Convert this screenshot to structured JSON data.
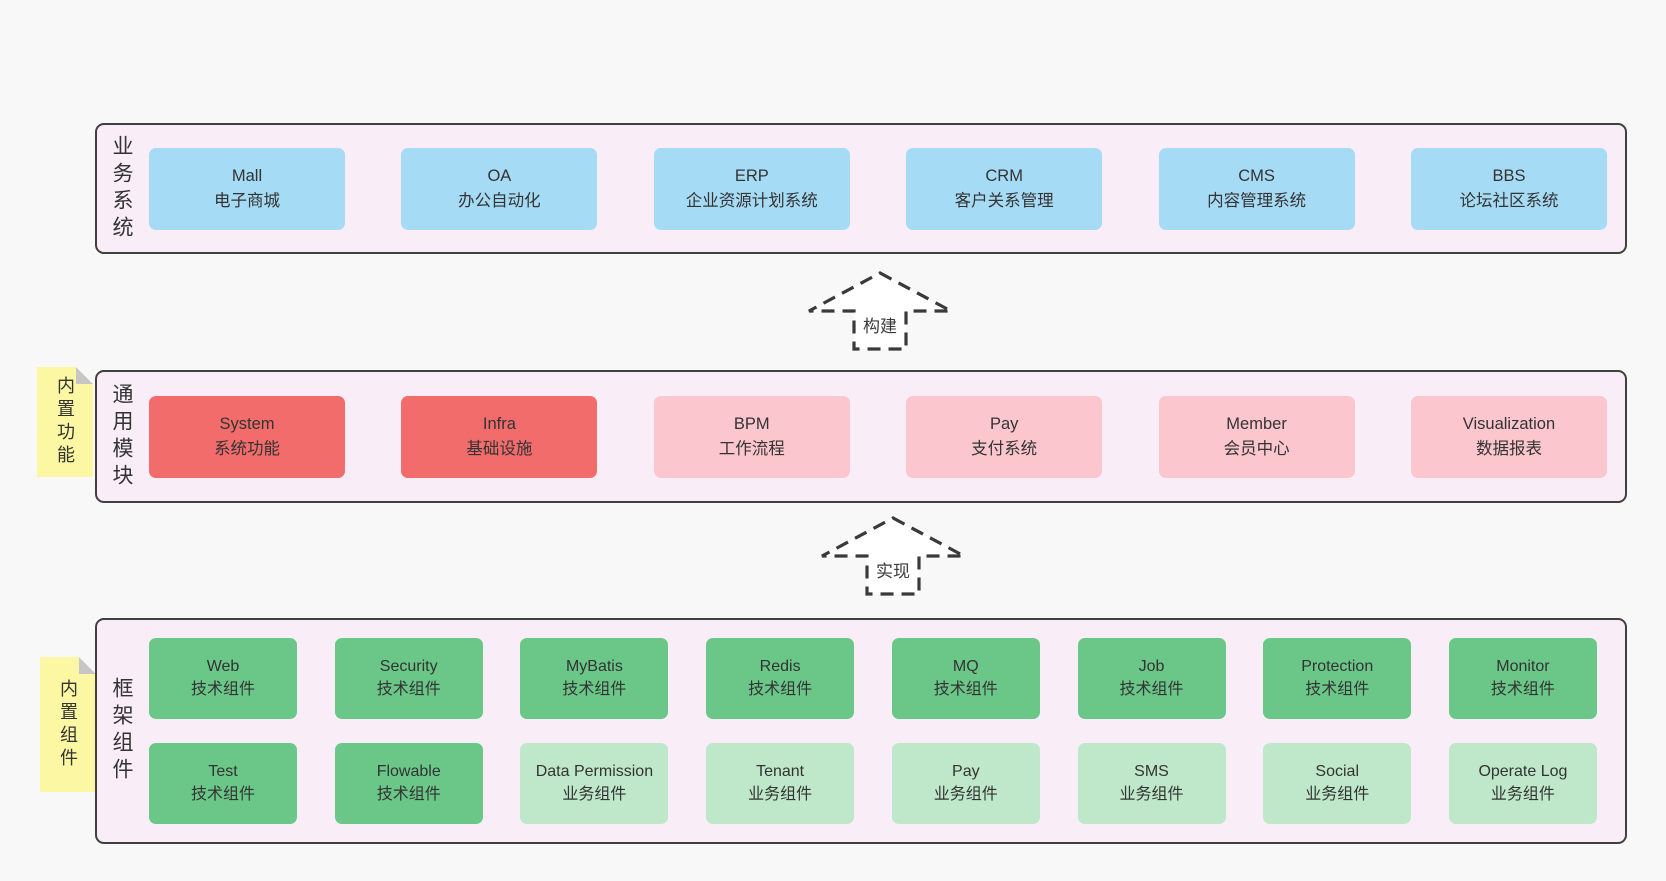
{
  "colors": {
    "page_bg": "#f8f8f8",
    "band_bg": "#f9eef8",
    "band_border": "#404040",
    "blue": "#a6dbf6",
    "red": "#f26c6c",
    "pink": "#fbc6ce",
    "green": "#6ac788",
    "green_light": "#bee8c9",
    "sticky_yellow": "#fbf7a2",
    "sticky_fold": "#c6c6c6",
    "text": "#333333"
  },
  "arrows": {
    "build": "构建",
    "implement": "实现"
  },
  "bands": [
    {
      "id": "business",
      "side_label": "业务系统",
      "boxes": [
        {
          "name": "Mall",
          "desc": "电子商城",
          "variant": "blue"
        },
        {
          "name": "OA",
          "desc": "办公自动化",
          "variant": "blue"
        },
        {
          "name": "ERP",
          "desc": "企业资源计划系统",
          "variant": "blue"
        },
        {
          "name": "CRM",
          "desc": "客户关系管理",
          "variant": "blue"
        },
        {
          "name": "CMS",
          "desc": "内容管理系统",
          "variant": "blue"
        },
        {
          "name": "BBS",
          "desc": "论坛社区系统",
          "variant": "blue"
        }
      ]
    },
    {
      "id": "modules",
      "side_label": "通用模块",
      "sticky": "内置功能",
      "boxes": [
        {
          "name": "System",
          "desc": "系统功能",
          "variant": "red"
        },
        {
          "name": "Infra",
          "desc": "基础设施",
          "variant": "red"
        },
        {
          "name": "BPM",
          "desc": "工作流程",
          "variant": "pink"
        },
        {
          "name": "Pay",
          "desc": "支付系统",
          "variant": "pink"
        },
        {
          "name": "Member",
          "desc": "会员中心",
          "variant": "pink"
        },
        {
          "name": "Visualization",
          "desc": "数据报表",
          "variant": "pink"
        }
      ]
    },
    {
      "id": "components",
      "side_label": "框架组件",
      "sticky": "内置组件",
      "rows": [
        [
          {
            "name": "Web",
            "desc": "技术组件",
            "variant": "green"
          },
          {
            "name": "Security",
            "desc": "技术组件",
            "variant": "green"
          },
          {
            "name": "MyBatis",
            "desc": "技术组件",
            "variant": "green"
          },
          {
            "name": "Redis",
            "desc": "技术组件",
            "variant": "green"
          },
          {
            "name": "MQ",
            "desc": "技术组件",
            "variant": "green"
          },
          {
            "name": "Job",
            "desc": "技术组件",
            "variant": "green"
          },
          {
            "name": "Protection",
            "desc": "技术组件",
            "variant": "green"
          },
          {
            "name": "Monitor",
            "desc": "技术组件",
            "variant": "green"
          }
        ],
        [
          {
            "name": "Test",
            "desc": "技术组件",
            "variant": "green"
          },
          {
            "name": "Flowable",
            "desc": "技术组件",
            "variant": "green"
          },
          {
            "name": "Data Permission",
            "desc": "业务组件",
            "variant": "green-light"
          },
          {
            "name": "Tenant",
            "desc": "业务组件",
            "variant": "green-light"
          },
          {
            "name": "Pay",
            "desc": "业务组件",
            "variant": "green-light"
          },
          {
            "name": "SMS",
            "desc": "业务组件",
            "variant": "green-light"
          },
          {
            "name": "Social",
            "desc": "业务组件",
            "variant": "green-light"
          },
          {
            "name": "Operate Log",
            "desc": "业务组件",
            "variant": "green-light"
          }
        ]
      ]
    }
  ]
}
